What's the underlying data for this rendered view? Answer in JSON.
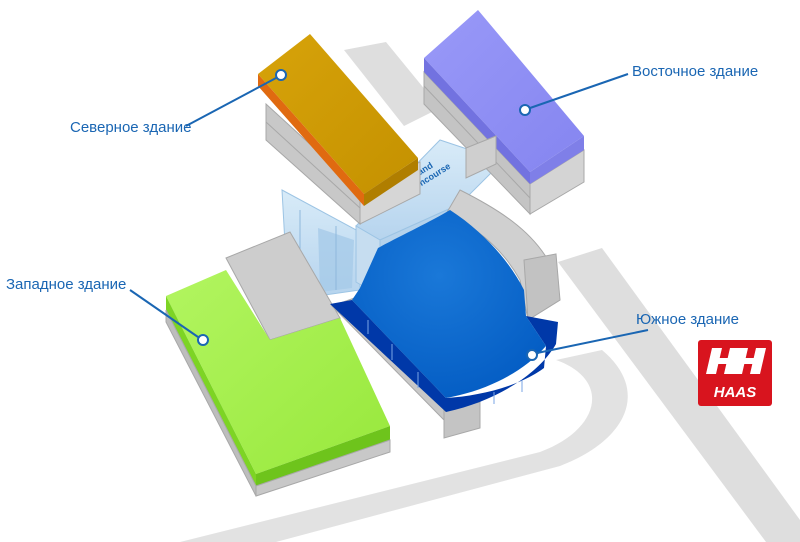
{
  "labels": {
    "north": "Северное здание",
    "east": "Восточное здание",
    "west": "Западное здание",
    "south": "Южное здание"
  },
  "concourse": {
    "line1": "Grand",
    "line2": "Concourse"
  },
  "logo": {
    "text": "HAAS",
    "color": "#d8141e"
  },
  "colors": {
    "north_building": "#cc9a00",
    "north_edge": "#e06a10",
    "east_building": "#8f8ff5",
    "west_building": "#a4f04c",
    "west_edge": "#7dd424",
    "south_building": "#0060cc",
    "south_edge": "#0038a8",
    "concourse": "#c4dff4",
    "label_text": "#1a66b3",
    "road": "#dcdcdc"
  }
}
